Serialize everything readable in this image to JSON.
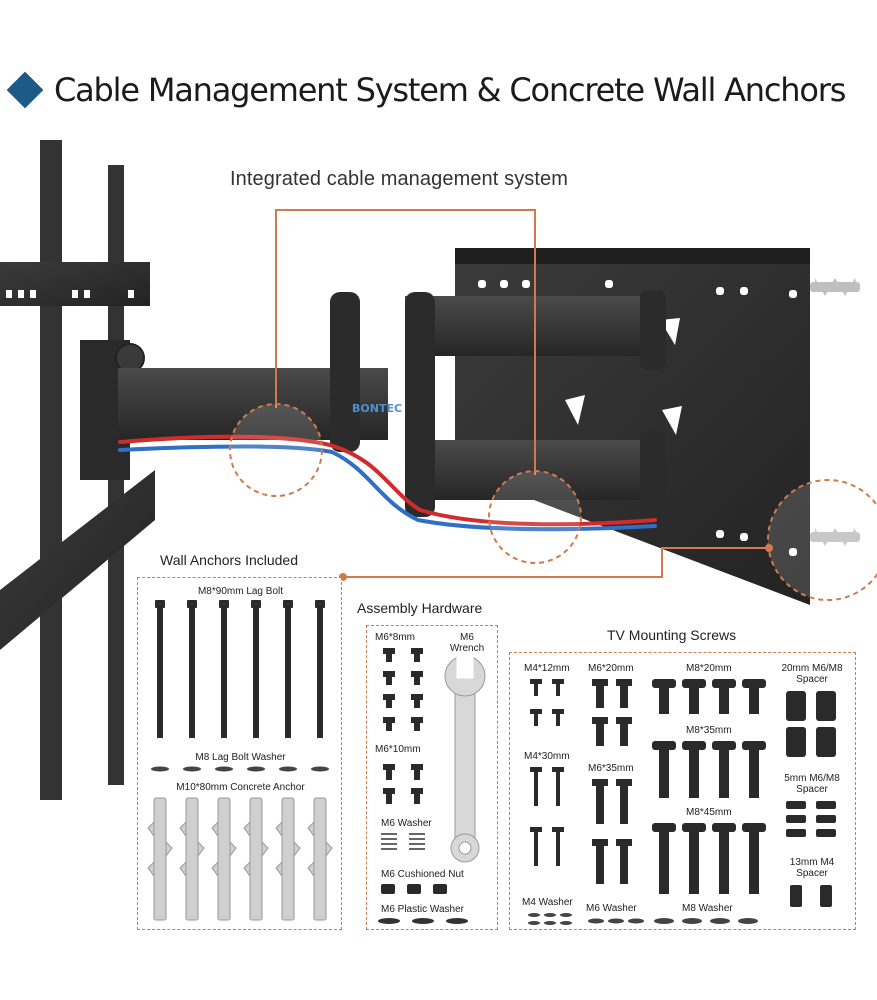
{
  "heading": {
    "title": "Cable Management System & Concrete Wall Anchors",
    "bullet": "diamond-icon",
    "accent_color": "#1e5a87"
  },
  "callout": {
    "label": "Integrated cable management system",
    "line_color": "#d07a4e"
  },
  "product": {
    "brand": "BONTEC",
    "cable_colors": [
      "#d12b2b",
      "#2f6fc4"
    ]
  },
  "wall_anchors": {
    "title": "Wall Anchors Included",
    "lag_bolt": "M8*90mm Lag Bolt",
    "washer": "M8 Lag Bolt Washer",
    "anchor": "M10*80mm Concrete Anchor"
  },
  "assembly": {
    "title": "Assembly Hardware",
    "m6_8": "M6*8mm",
    "wrench_line1": "M6",
    "wrench_line2": "Wrench",
    "m6_10": "M6*10mm",
    "m6_washer": "M6 Washer",
    "nut": "M6 Cushioned Nut",
    "plastic_washer": "M6 Plastic Washer"
  },
  "tv_screws": {
    "title": "TV Mounting Screws",
    "m4_12": "M4*12mm",
    "m6_20": "M6*20mm",
    "m8_20": "M8*20mm",
    "spacer20_line1": "20mm M6/M8",
    "spacer20_line2": "Spacer",
    "m8_35": "M8*35mm",
    "m4_30": "M4*30mm",
    "m6_35": "M6*35mm",
    "spacer5_line1": "5mm M6/M8",
    "spacer5_line2": "Spacer",
    "m8_45": "M8*45mm",
    "spacer13_line1": "13mm M4",
    "spacer13_line2": "Spacer",
    "m4_washer": "M4 Washer",
    "m6_washer": "M6 Washer",
    "m8_washer": "M8 Washer"
  }
}
